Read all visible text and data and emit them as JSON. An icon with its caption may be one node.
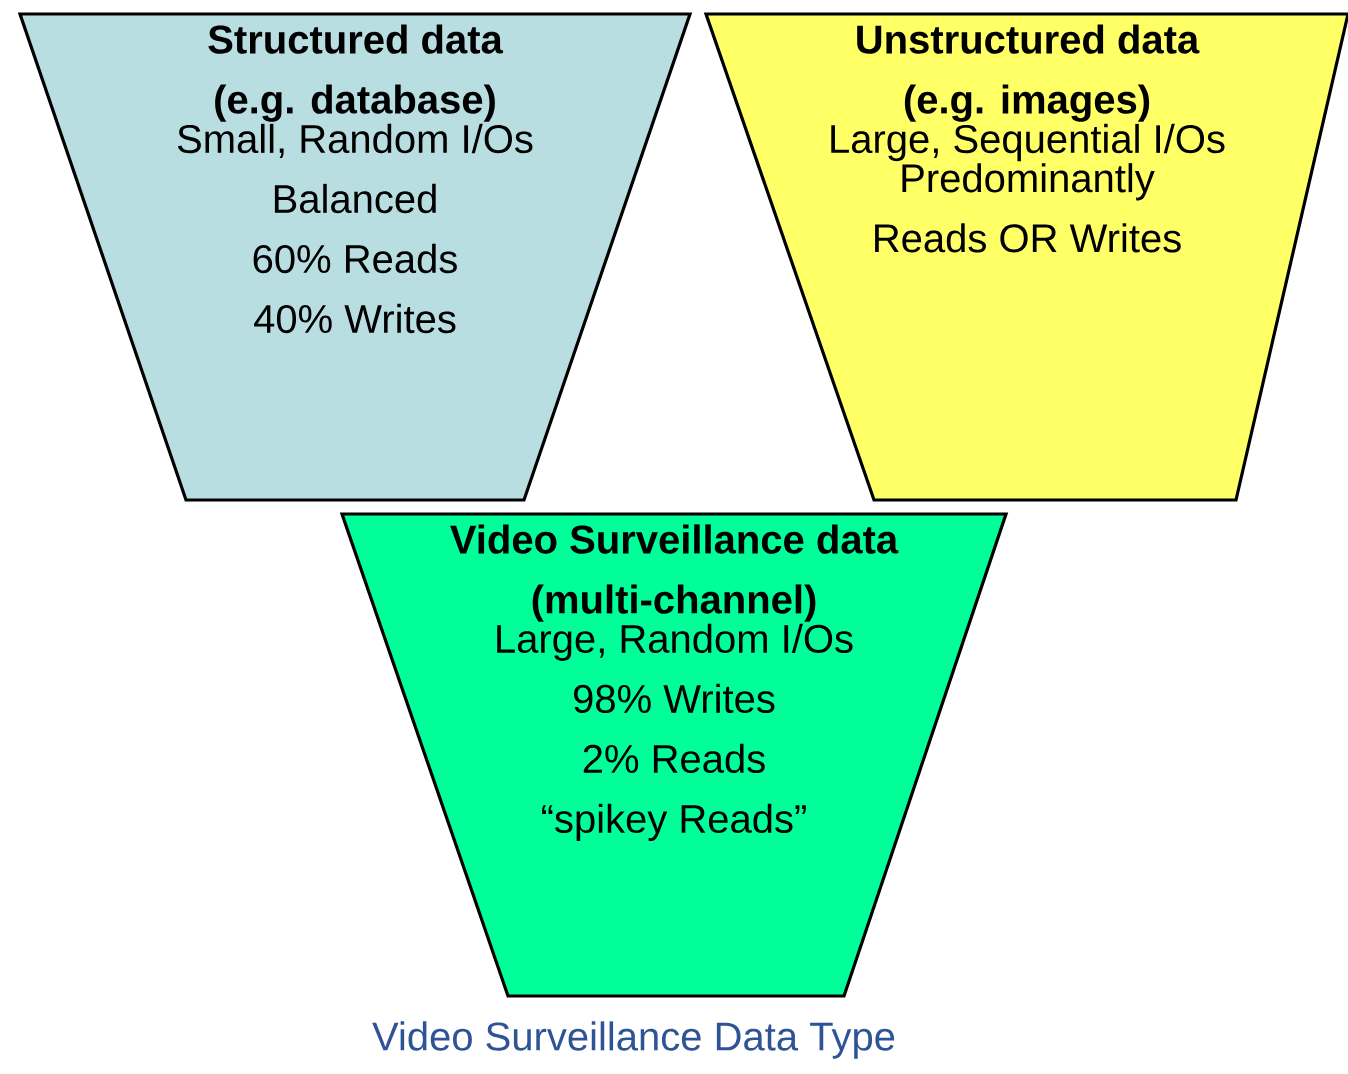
{
  "diagram": {
    "caption": "Video Surveillance Data Type",
    "nodes": [
      {
        "text": [
          "Structured data (e.g. database)",
          "Small, Random I/Os",
          "Balanced",
          "60% Reads",
          "40% Writes"
        ]
      },
      {
        "text": [
          "Unstructured data (e.g. images)",
          "Large, Sequential I/Os",
          "Predominantly Reads OR Writes"
        ]
      },
      {
        "text": [
          "Video Surveillance data (multi-channel)",
          "Large, Random I/Os",
          "98% Writes",
          "2% Reads",
          "“spikey Reads”"
        ]
      }
    ]
  }
}
